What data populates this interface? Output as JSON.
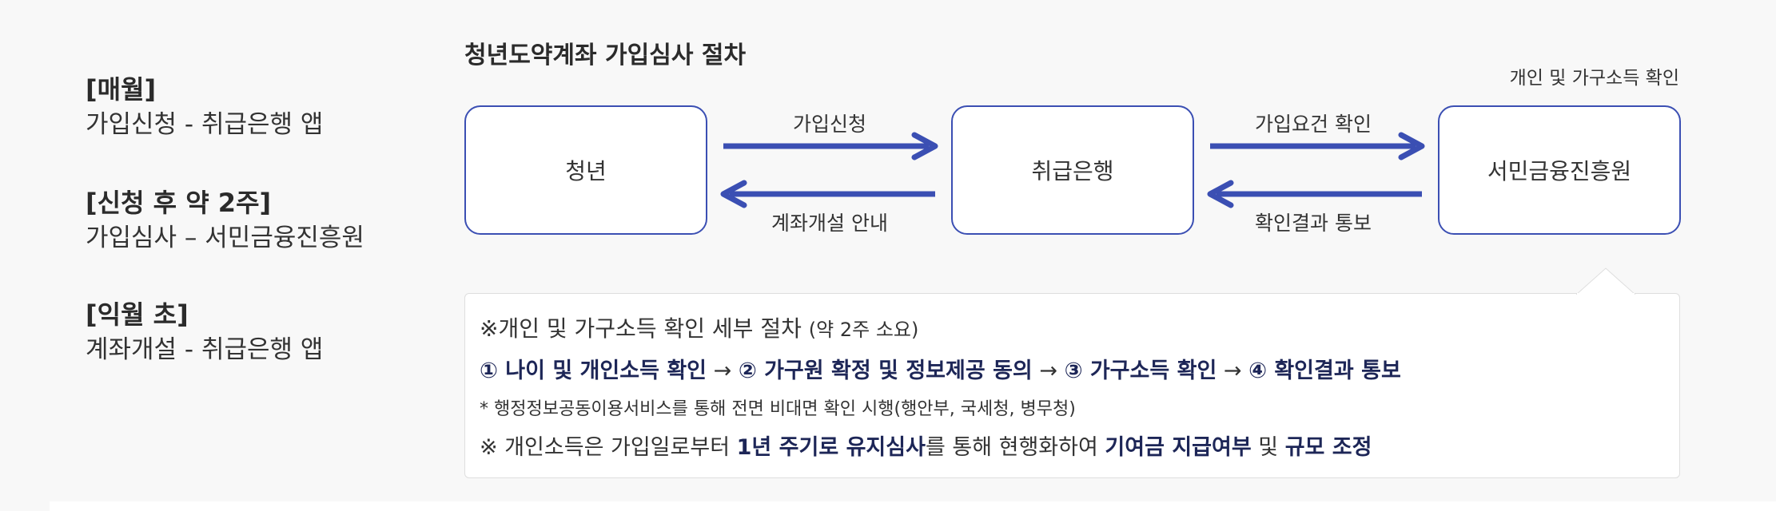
{
  "schedule": [
    {
      "label": "[매월]",
      "desc": "가입신청 - 취급은행 앱"
    },
    {
      "label": "[신청 후 약 2주]",
      "desc": "가입심사 – 서민금융진흥원"
    },
    {
      "label": "[익월 초]",
      "desc": "계좌개설 - 취급은행 앱"
    }
  ],
  "diagram": {
    "title": "청년도약계좌 가입심사 절차",
    "right_note": "개인 및 가구소득 확인",
    "nodes": [
      "청년",
      "취급은행",
      "서민금융진흥원"
    ],
    "edges": [
      {
        "from": 0,
        "to": 1,
        "label": "가입신청"
      },
      {
        "from": 1,
        "to": 0,
        "label": "계좌개설 안내"
      },
      {
        "from": 1,
        "to": 2,
        "label": "가입요건 확인"
      },
      {
        "from": 2,
        "to": 1,
        "label": "확인결과 통보"
      }
    ],
    "arrow_color": "#3b4fb3"
  },
  "detail": {
    "heading": "※개인 및 가구소득 확인 세부 절차",
    "heading_small": "(약 2주 소요)",
    "steps": [
      "① 나이 및 개인소득 확인",
      "② 가구원 확정 및 정보제공 동의",
      "③ 가구소득 확인",
      "④ 확인결과 통보"
    ],
    "step_separator": " → ",
    "note": "* 행정정보공동이용서비스를 통해 전면 비대면 확인 시행(행안부, 국세청, 병무청)",
    "last_line": {
      "p1": "※ 개인소득은 가입일로부터 ",
      "b1": "1년 주기로 유지심사",
      "p2": "를 통해 현행화하여 ",
      "b2": "기여금 지급여부",
      "p3": " 및 ",
      "b3": "규모 조정"
    }
  }
}
